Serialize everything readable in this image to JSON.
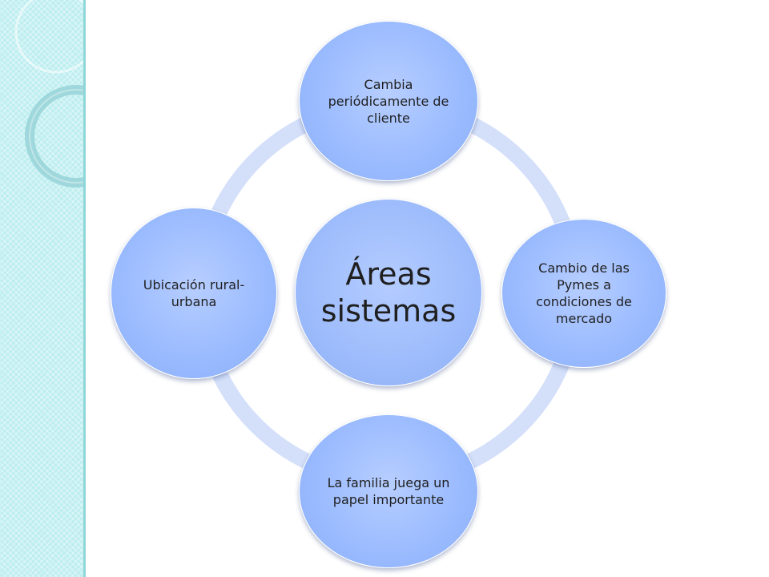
{
  "diagram": {
    "center": "Áreas sistemas",
    "nodes": {
      "top": "Cambia periódicamente de cliente",
      "right": "Cambio de las Pymes a condiciones de mercado",
      "bottom": "La familia juega un papel importante",
      "left": "Ubicación rural- urbana"
    }
  },
  "colors": {
    "node_fill": "#9cbcff",
    "ring": "#d4e0fa",
    "side_band": "#bfeef0"
  }
}
